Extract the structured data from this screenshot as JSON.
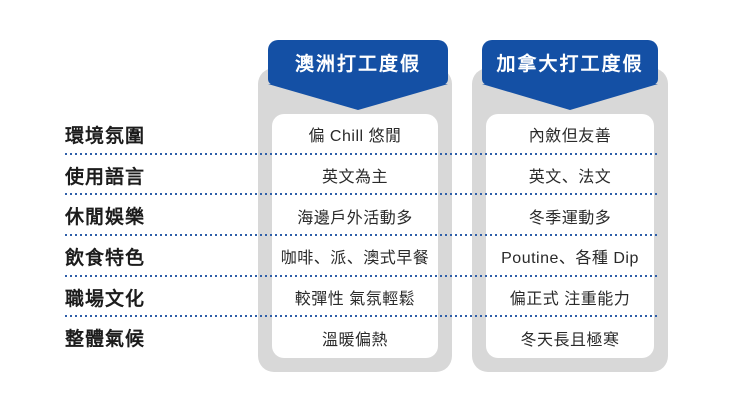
{
  "chart_data": {
    "type": "table",
    "title": "",
    "columns": [
      "澳洲打工度假",
      "加拿大打工度假"
    ],
    "row_labels": [
      "環境氛圍",
      "使用語言",
      "休閒娛樂",
      "飲食特色",
      "職場文化",
      "整體氣候"
    ],
    "rows": [
      {
        "label": "環境氛圍",
        "australia": "偏 Chill 悠閒",
        "canada": "內斂但友善"
      },
      {
        "label": "使用語言",
        "australia": "英文為主",
        "canada": "英文、法文"
      },
      {
        "label": "休閒娛樂",
        "australia": "海邊戶外活動多",
        "canada": "冬季運動多"
      },
      {
        "label": "飲食特色",
        "australia": "咖啡、派、澳式早餐",
        "canada": "Poutine、各種 Dip"
      },
      {
        "label": "職場文化",
        "australia": "較彈性 氣氛輕鬆",
        "canada": "偏正式 注重能力"
      },
      {
        "label": "整體氣候",
        "australia": "溫暖偏熱",
        "canada": "冬天長且極寒"
      }
    ],
    "legend_position": "none",
    "grid": "dotted-row-dividers"
  },
  "colors": {
    "banner_blue": "#1450a5",
    "divider_blue": "#2e5fa9",
    "column_gray": "#d8d8d8",
    "panel_white": "#ffffff",
    "label_text": "#1c1c1c",
    "value_text": "#2a2a2a",
    "banner_text": "#ffffff"
  }
}
